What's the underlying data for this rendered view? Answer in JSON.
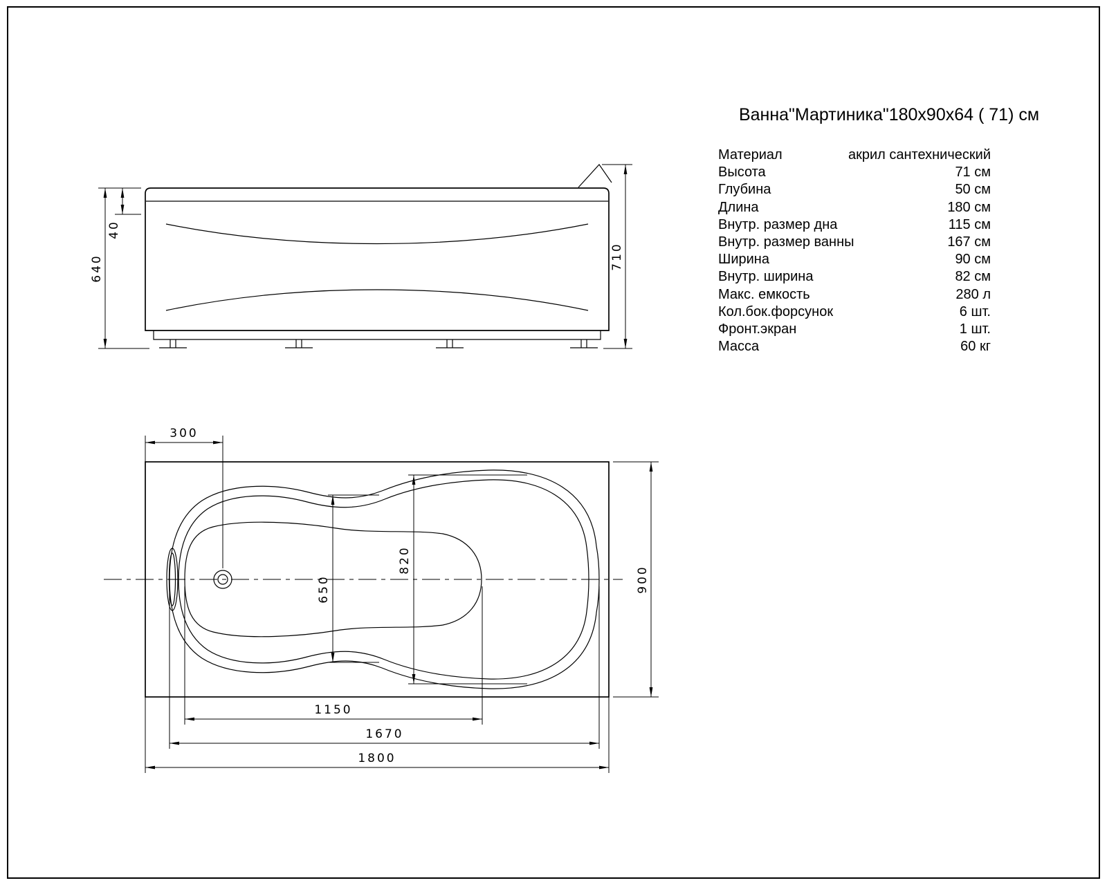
{
  "title": "Ванна\"Мартиника\"180x90x64 ( 71) см",
  "spec": {
    "rows": [
      {
        "label": "Материал",
        "value": "акрил сантехнический"
      },
      {
        "label": "Высота",
        "value": "71 см"
      },
      {
        "label": "Глубина",
        "value": "50 см"
      },
      {
        "label": "Длина",
        "value": "180 см"
      },
      {
        "label": "Внутр. размер дна",
        "value": "115 см"
      },
      {
        "label": "Внутр. размер ванны",
        "value": "167 см"
      },
      {
        "label": "Ширина",
        "value": "90 см"
      },
      {
        "label": "Внутр. ширина",
        "value": "82 см"
      },
      {
        "label": "Макс. емкость",
        "value": "280 л"
      },
      {
        "label": "Кол.бок.форсунок",
        "value": "6 шт."
      },
      {
        "label": "Фронт.экран",
        "value": "1 шт."
      },
      {
        "label": "Масса",
        "value": "60 кг"
      }
    ]
  },
  "dims": {
    "front": {
      "rim": "40",
      "height": "640",
      "total": "710"
    },
    "plan": {
      "drain_offset": "300",
      "inner_width": "820",
      "bottom_width": "650",
      "width": "900",
      "bottom_length": "1150",
      "inner_length": "1670",
      "length": "1800"
    }
  }
}
